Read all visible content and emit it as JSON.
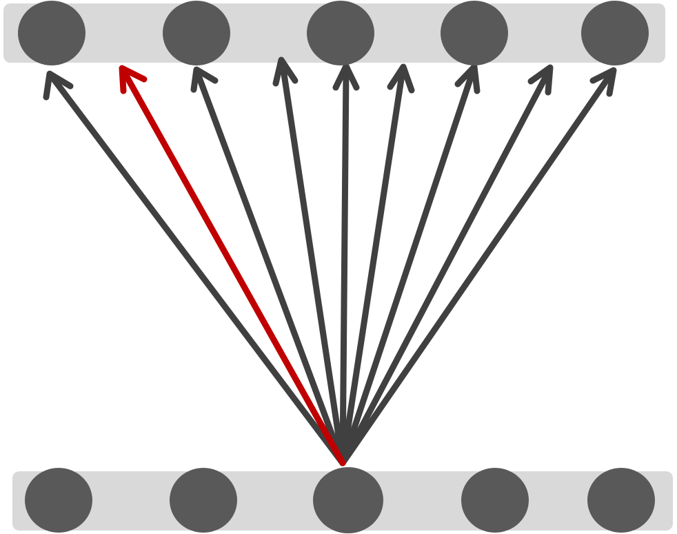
{
  "diagram": {
    "colors": {
      "band": "#d9d9d9",
      "node": "#595959",
      "arrow": "#404040",
      "highlight": "#c00000",
      "background": "#ffffff"
    },
    "top_layer": {
      "node_count": 5
    },
    "bottom_layer": {
      "node_count": 5,
      "source_node_index": 2
    },
    "arrows": {
      "count": 9,
      "highlighted_index": 1
    }
  }
}
